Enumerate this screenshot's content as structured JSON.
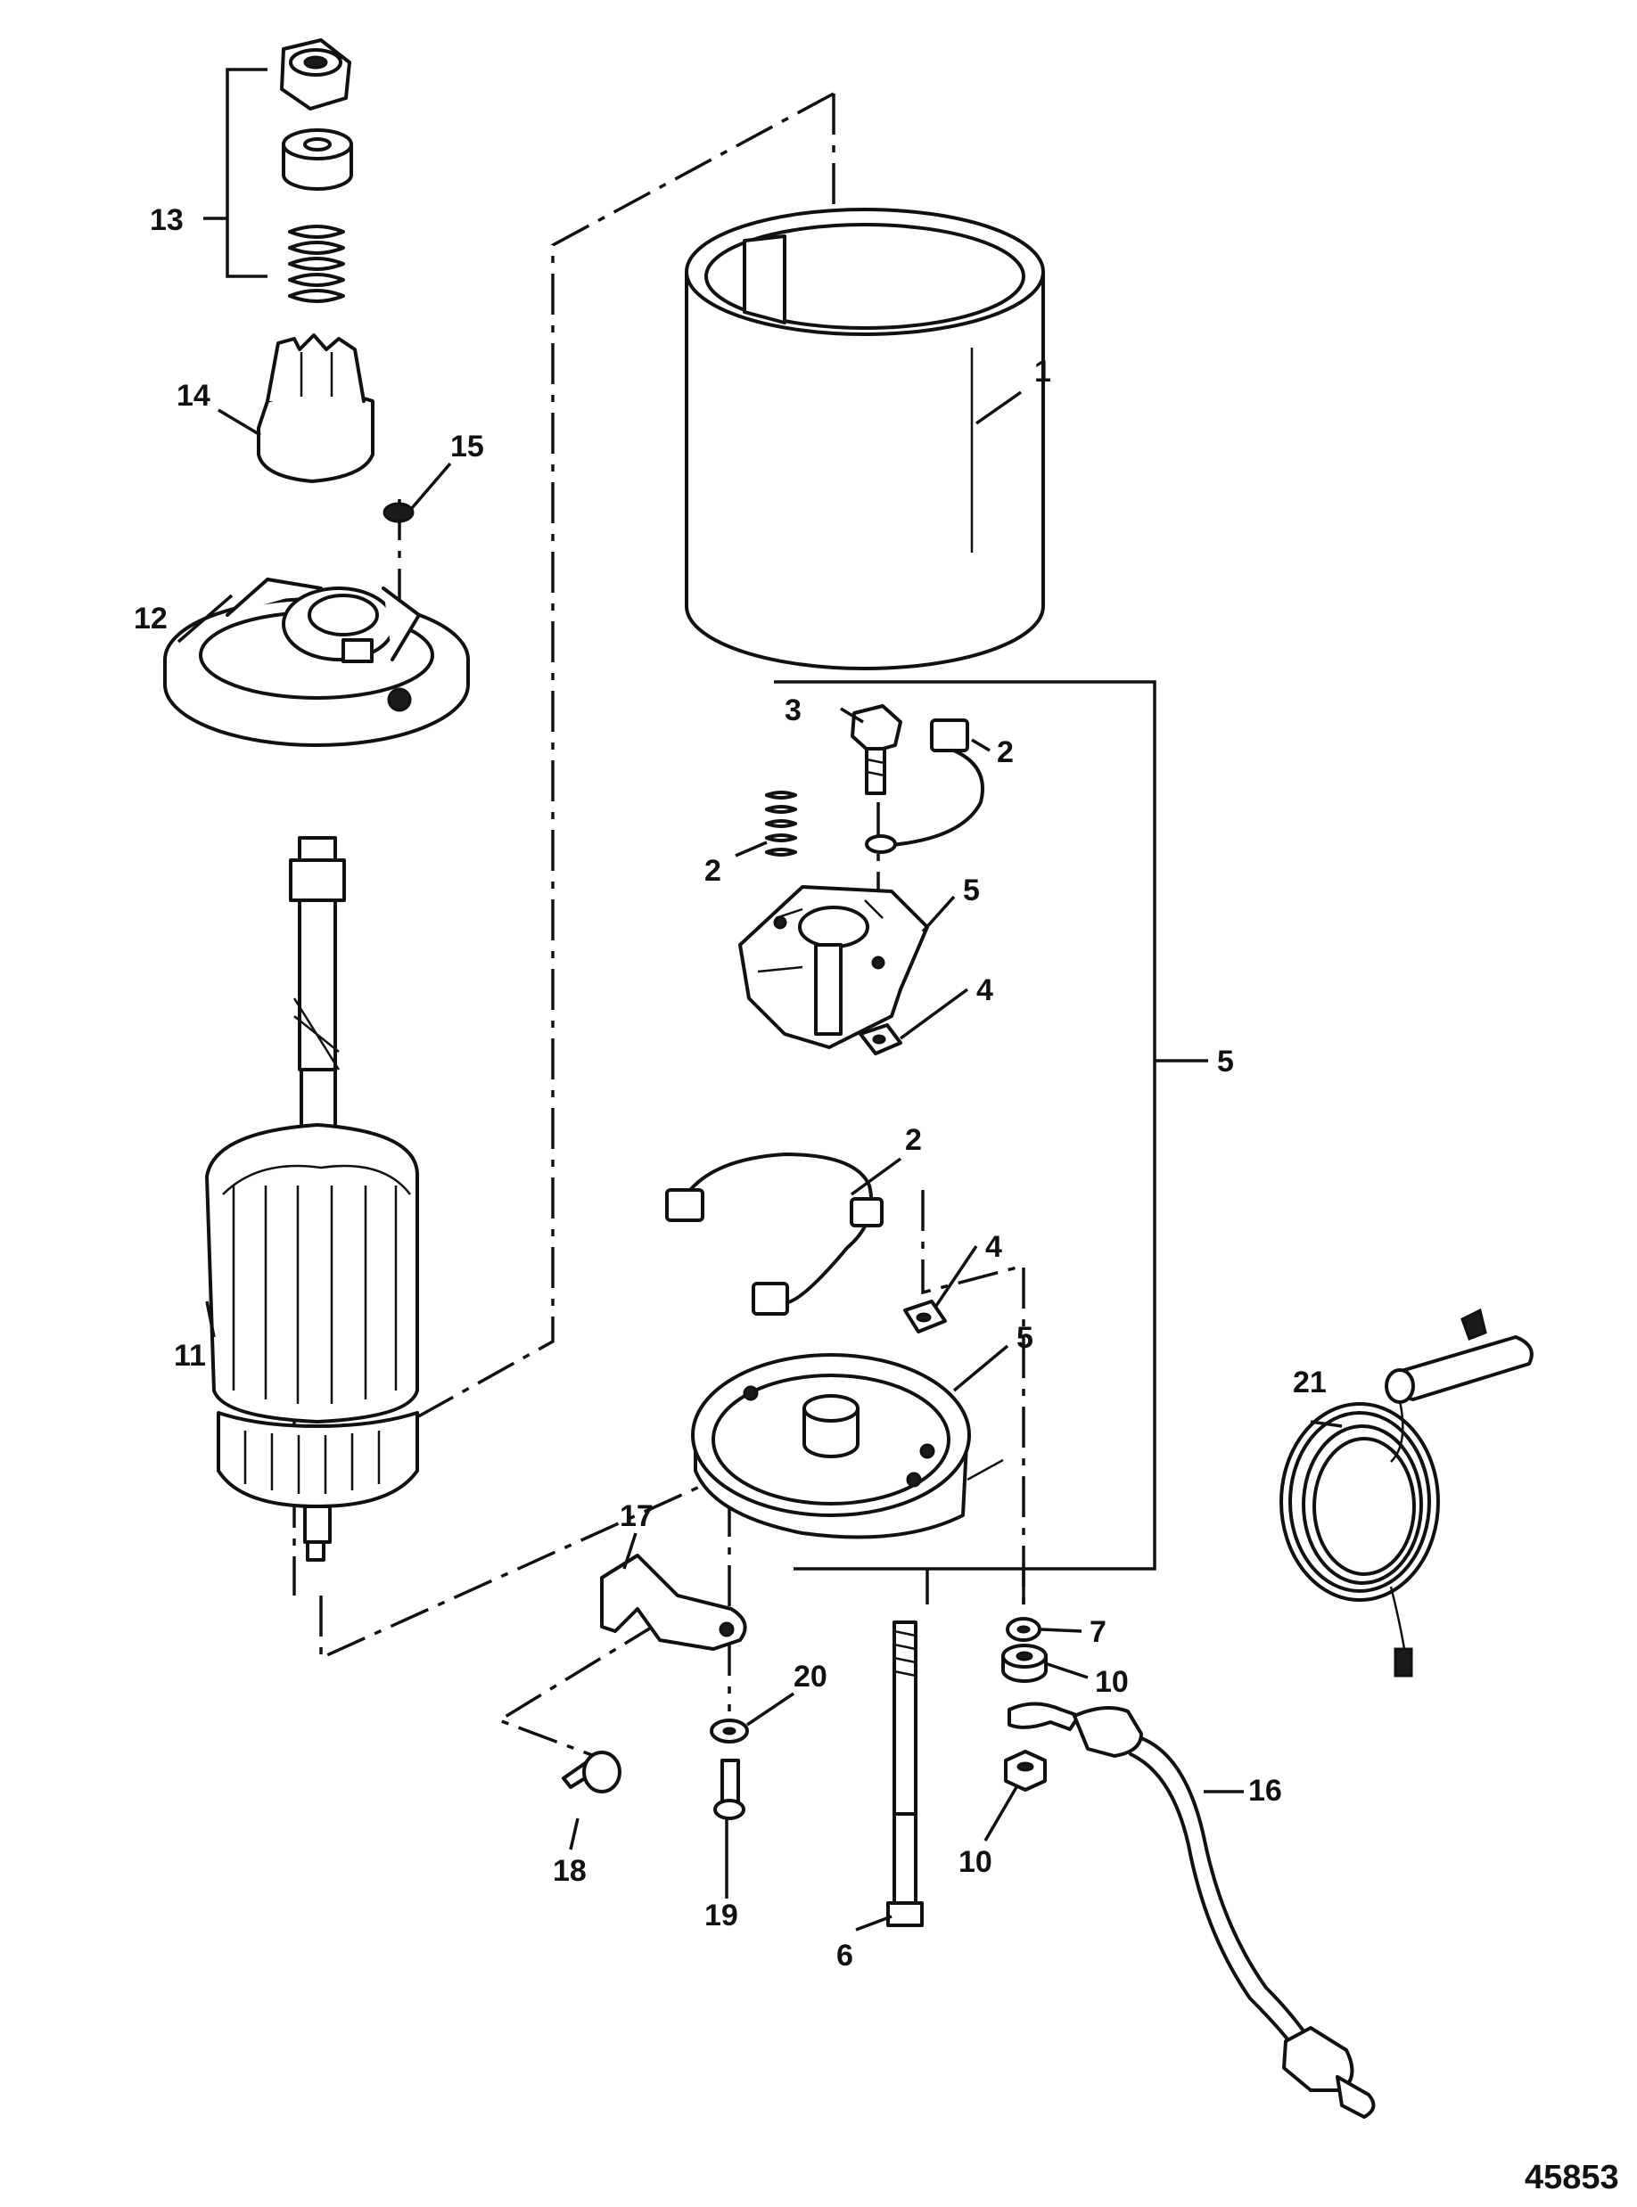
{
  "figure_number": "45853",
  "callouts": [
    {
      "id": "c1",
      "label": "1"
    },
    {
      "id": "c2a",
      "label": "2"
    },
    {
      "id": "c2b",
      "label": "2"
    },
    {
      "id": "c2c",
      "label": "2"
    },
    {
      "id": "c3",
      "label": "3"
    },
    {
      "id": "c4a",
      "label": "4"
    },
    {
      "id": "c4b",
      "label": "4"
    },
    {
      "id": "c5a",
      "label": "5"
    },
    {
      "id": "c5b",
      "label": "5"
    },
    {
      "id": "c5c",
      "label": "5"
    },
    {
      "id": "c6",
      "label": "6"
    },
    {
      "id": "c7",
      "label": "7"
    },
    {
      "id": "c10a",
      "label": "10"
    },
    {
      "id": "c10b",
      "label": "10"
    },
    {
      "id": "c11",
      "label": "11"
    },
    {
      "id": "c12",
      "label": "12"
    },
    {
      "id": "c13",
      "label": "13"
    },
    {
      "id": "c14",
      "label": "14"
    },
    {
      "id": "c15",
      "label": "15"
    },
    {
      "id": "c16",
      "label": "16"
    },
    {
      "id": "c17",
      "label": "17"
    },
    {
      "id": "c18",
      "label": "18"
    },
    {
      "id": "c19",
      "label": "19"
    },
    {
      "id": "c20",
      "label": "20"
    },
    {
      "id": "c21",
      "label": "21"
    }
  ]
}
